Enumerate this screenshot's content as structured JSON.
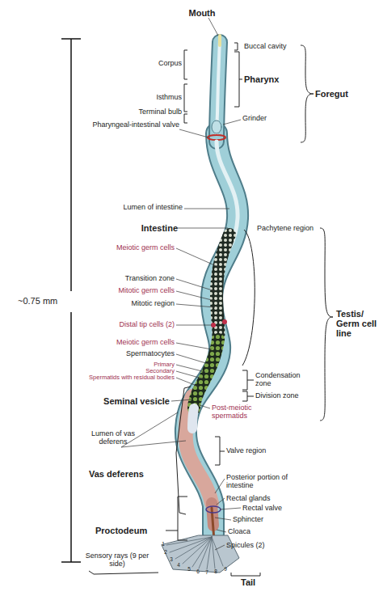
{
  "diagram": {
    "labels": [
      "Mouth",
      "Buccal cavity",
      "Corpus",
      "Pharynx",
      "Foregut",
      "Isthmus",
      "Terminal bulb",
      "Grinder",
      "Pharyngeal-intestinal valve",
      "~0.75 mm",
      "Lumen of intestine",
      "Intestine",
      "Pachytene region",
      "Meiotic germ cells",
      "Transition zone",
      "Mitotic germ cells",
      "Mitotic region",
      "Distal tip cells (2)",
      "Testis/ Germ cell line",
      "Meiotic germ cells",
      "Spermatocytes",
      "Primary",
      "Secondary",
      "Spermatids with residual bodies",
      "Condensation zone",
      "Division zone",
      "Seminal vesicle",
      "Post-meiotic spermatids",
      "Lumen of vas deferens",
      "Valve region",
      "Vas deferens",
      "Posterior portion of intestine",
      "Rectal glands",
      "Rectal valve",
      "Sphincter",
      "Proctodeum",
      "Cloaca",
      "Spicules (2)",
      "Sensory rays (9 per side)",
      "Tail",
      "1",
      "2",
      "3",
      "4",
      "5",
      "6",
      "7",
      "8",
      "9"
    ]
  }
}
